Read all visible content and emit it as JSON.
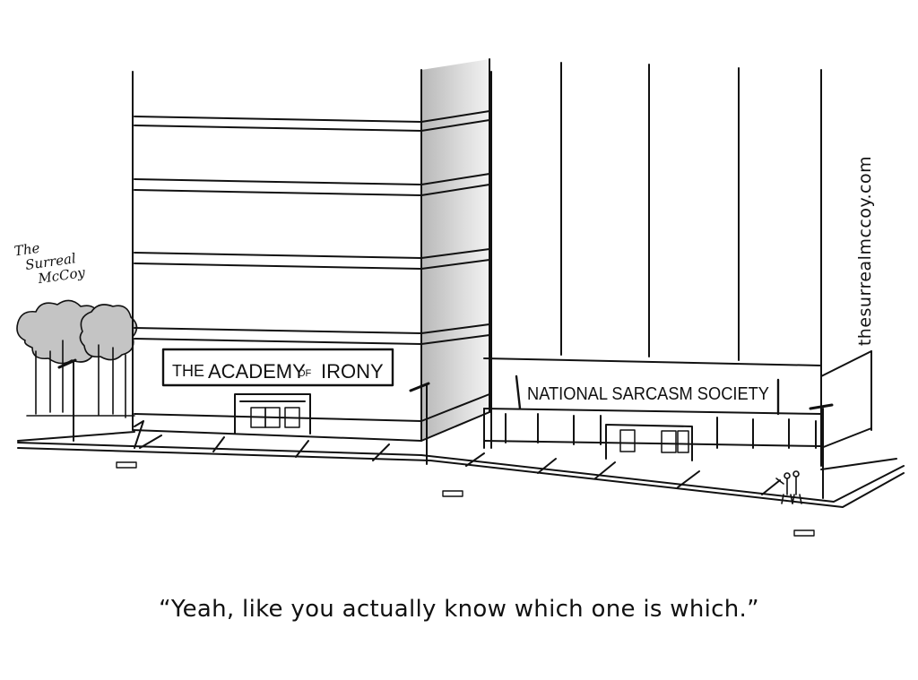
{
  "signage": {
    "academy": {
      "the": "THE",
      "academy": "ACADEMY",
      "of": "OF",
      "irony": "IRONY"
    },
    "society": "NATIONAL SARCASM SOCIETY"
  },
  "caption": "“Yeah, like you actually know which one is which.”",
  "signature": {
    "line1": "The",
    "line2": "Surreal",
    "line3": "McCoy"
  },
  "website": "thesurrealmccoy.com",
  "colors": {
    "ink": "#111111",
    "paper": "#ffffff",
    "shade": "#d4d4d4",
    "tree_shade": "#bcbcbc"
  }
}
